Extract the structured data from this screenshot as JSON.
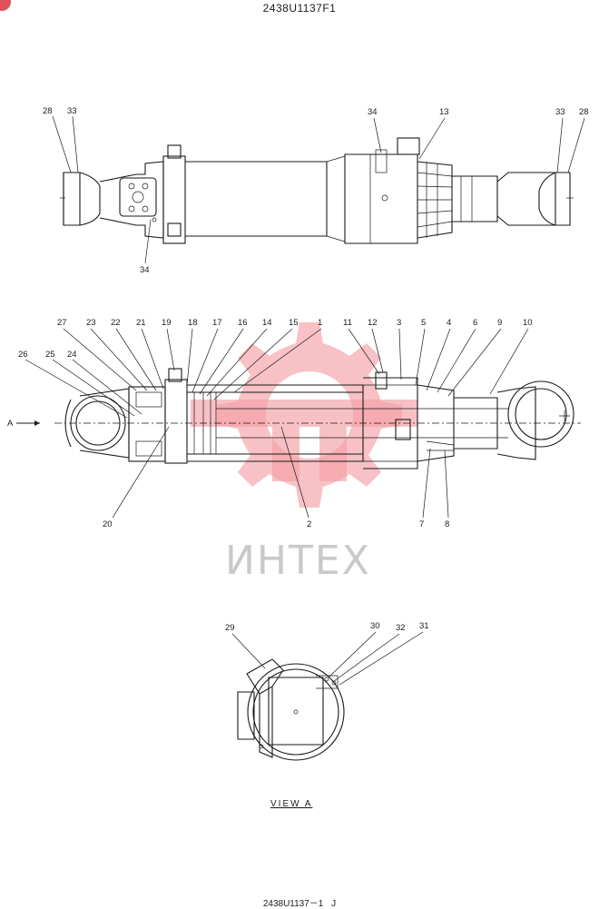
{
  "header": {
    "code": "2438U1137F1"
  },
  "footer": {
    "code": "2438U1137－1",
    "mark": "J"
  },
  "watermark": {
    "text": "ИНТЕХ",
    "color": "#f4a0a6"
  },
  "view_a": {
    "label": "VIEW  A"
  },
  "section": {
    "arrow_label": "A"
  },
  "top_view": {
    "callouts": [
      "28",
      "33",
      "34",
      "13",
      "33",
      "28",
      "34"
    ]
  },
  "section_view": {
    "callouts_top": [
      "27",
      "23",
      "22",
      "21",
      "19",
      "18",
      "17",
      "16",
      "14",
      "15",
      "1",
      "11",
      "12",
      "3",
      "5",
      "4",
      "6",
      "9",
      "10"
    ],
    "callouts_left": [
      "26",
      "25",
      "24"
    ],
    "callouts_bottom": [
      "20",
      "2",
      "7",
      "8"
    ]
  },
  "end_view": {
    "callouts": [
      "29",
      "30",
      "32",
      "31"
    ]
  },
  "colors": {
    "line": "#1a1a1a",
    "watermark": "#f4a0a6",
    "badge": "#e0505a"
  }
}
